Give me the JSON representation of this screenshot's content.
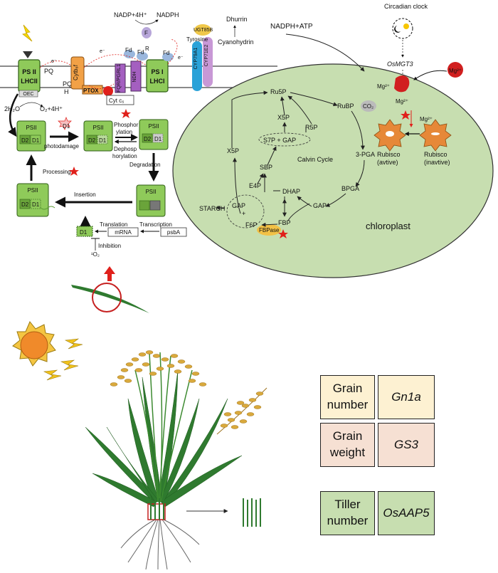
{
  "colors": {
    "green_box": "#8fca5a",
    "chloroplast": "#c7deb0",
    "yellow_cell": "#fdf1d2",
    "pink_cell": "#f6e0d3",
    "green_cell": "#c7deb0",
    "red": "#e0201b"
  },
  "photosystem": {
    "ps2": "PS II",
    "lhc2": "LHCII",
    "oec": "OEC",
    "water": "2H₂O",
    "oxygen": "O₂+4H⁺",
    "pq_top": "PQ",
    "pq": "PQ",
    "h": "H",
    "cytbf": "Cytb₆f",
    "ptox": "PTOX",
    "cyt": "Cyt c₆",
    "fqr": "FQR/PGRL1",
    "ndh": "NDH",
    "ps1": "PS I",
    "lhc1": "LHCI",
    "fd1": "Fd",
    "fd2": "Fd",
    "fd3": "Fd",
    "f": "F",
    "r": "R",
    "e": "e⁻",
    "nadp": "NADP+4H⁺",
    "nadph": "NADPH",
    "tyrosine": "Tyrosine",
    "ugt": "UGT85B",
    "cyp79": "CYP79A1",
    "cyp71": "CYP71E2",
    "cyanohydrin": "Cyanohydrin",
    "dhurrin": "Dhurrin"
  },
  "repair": {
    "psii": "PSII",
    "d2": "D2",
    "d1": "D1",
    "photodamage": "photodamage",
    "phos1": "Phosphor",
    "phos2": "ylation",
    "deph1": "Dephosp",
    "deph2": "horylation",
    "degradation": "Degradation",
    "processing": "Processing",
    "insertion": "Insertion",
    "translation": "Translation",
    "transcription": "Transcription",
    "mrna": "mRNA",
    "psba": "psbA",
    "inhibition": "Inhibition",
    "o2": "¹O₂"
  },
  "calvin": {
    "nadph_atp": "NADPH+ATP",
    "clock": "Circadian clock",
    "osmgt3": "OsMGT3",
    "mg_ion": "Mg²⁺",
    "mg2": "Mg²⁺",
    "ru5p": "Ru5P",
    "rubp": "RuBP",
    "co2": "CO₂",
    "x5p_a": "X5P",
    "r5p": "R5P",
    "s7p_gap": "S7P  +  GAP",
    "x5p_b": "X5P",
    "calvin": "Calvin Cycle",
    "pga": "3-PGA",
    "sbp": "SBP",
    "e4p": "E4P",
    "dhap": "DHAP",
    "bpga": "BPGA",
    "gap_mid": "GAP",
    "gap_left": "GAP",
    "plus": "+",
    "f6p": "F6P",
    "fbp": "FBP",
    "fbpase": "FBPase",
    "starch": "STARCH",
    "chloroplast": "chloroplast",
    "rubisco_active_1": "Rubisco",
    "rubisco_active_2": "(avtive)",
    "rubisco_inactive_1": "Rubisco",
    "rubisco_inactive_2": "(inavtive)"
  },
  "traits": [
    {
      "trait": "Grain\nnumber",
      "gene": "Gn1a"
    },
    {
      "trait": "Grain\nweight",
      "gene": "GS3"
    },
    {
      "trait": "Tiller\nnumber",
      "gene": "OsAAP5"
    }
  ]
}
